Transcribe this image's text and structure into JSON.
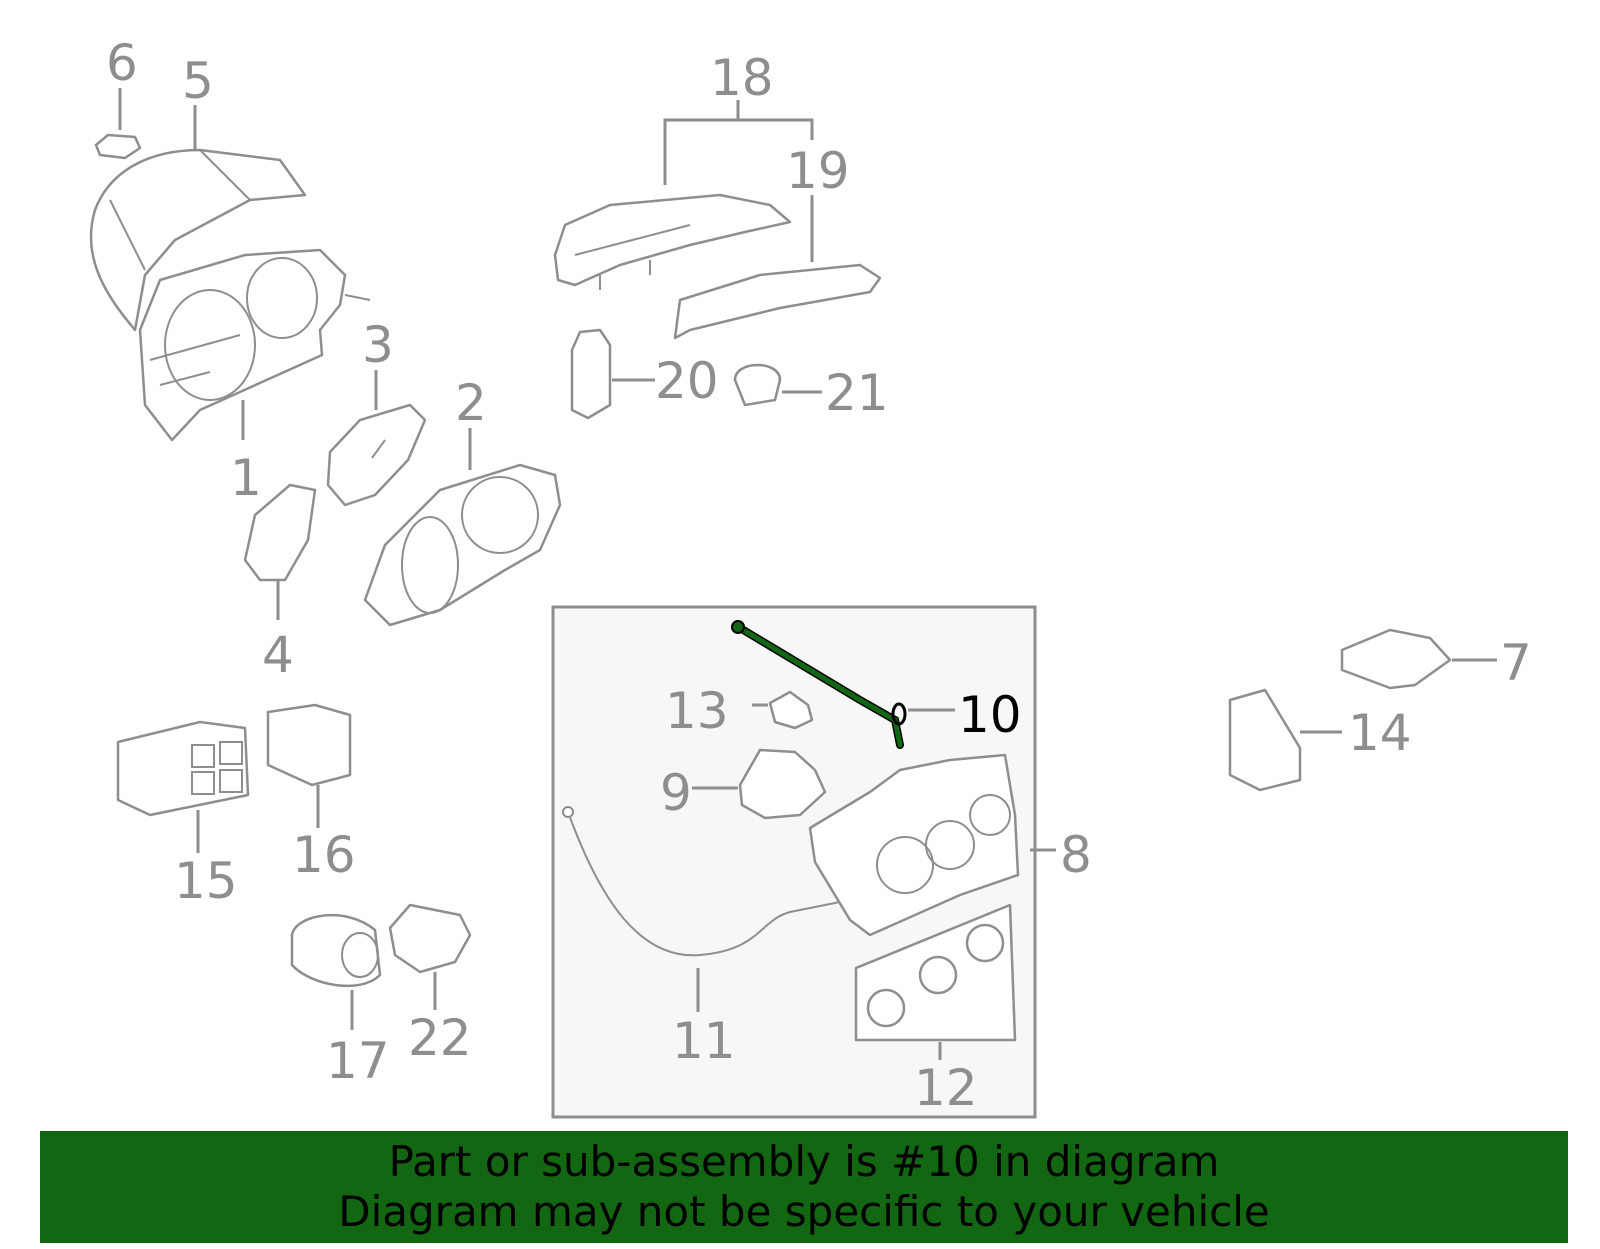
{
  "diagram": {
    "callouts": [
      {
        "id": "c1",
        "number": "1"
      },
      {
        "id": "c2",
        "number": "2"
      },
      {
        "id": "c3",
        "number": "3"
      },
      {
        "id": "c4",
        "number": "4"
      },
      {
        "id": "c5",
        "number": "5"
      },
      {
        "id": "c6",
        "number": "6"
      },
      {
        "id": "c7",
        "number": "7"
      },
      {
        "id": "c8",
        "number": "8"
      },
      {
        "id": "c9",
        "number": "9"
      },
      {
        "id": "c10",
        "number": "10",
        "highlighted": true
      },
      {
        "id": "c11",
        "number": "11"
      },
      {
        "id": "c12",
        "number": "12"
      },
      {
        "id": "c13",
        "number": "13"
      },
      {
        "id": "c14",
        "number": "14"
      },
      {
        "id": "c15",
        "number": "15"
      },
      {
        "id": "c16",
        "number": "16"
      },
      {
        "id": "c17",
        "number": "17"
      },
      {
        "id": "c18",
        "number": "18"
      },
      {
        "id": "c19",
        "number": "19"
      },
      {
        "id": "c20",
        "number": "20"
      },
      {
        "id": "c21",
        "number": "21"
      },
      {
        "id": "c22",
        "number": "22"
      }
    ],
    "highlight_color": "#136612",
    "line_color": "#8e8e8e"
  },
  "banner": {
    "line1": "Part or sub-assembly is #10 in diagram",
    "line2": "Diagram may not be specific to your vehicle",
    "background": "#136612"
  }
}
